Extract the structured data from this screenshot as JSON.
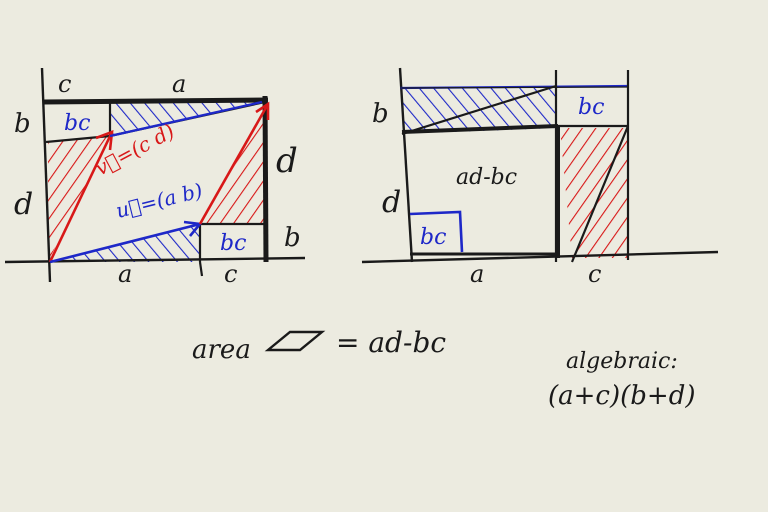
{
  "left_figure": {
    "label_c_top": "c",
    "label_a_top": "a",
    "label_b_left": "b",
    "label_d_left": "d",
    "label_d_right": "d",
    "label_b_right": "b",
    "label_a_bottom": "a",
    "label_c_bottom": "c",
    "box_bc_top": "bc",
    "box_bc_bottom": "bc",
    "vector_v": "v⃗=(c d)",
    "vector_u": "u⃗=(a b)"
  },
  "right_figure": {
    "label_b_left": "b",
    "label_d_left": "d",
    "label_a_bottom": "a",
    "label_c_bottom": "c",
    "box_bc_top": "bc",
    "box_bc_inner": "bc",
    "center_text": "ad-bc"
  },
  "equation": {
    "lhs": "area",
    "rhs": "= ad-bc"
  },
  "algebraic": {
    "line1": "algebraic:",
    "line2": "(a+c)(b+d)"
  },
  "colors": {
    "ink": "#1a1a1a",
    "blue": "#1e28c8",
    "red": "#d81818",
    "paper": "#ecebe0"
  }
}
